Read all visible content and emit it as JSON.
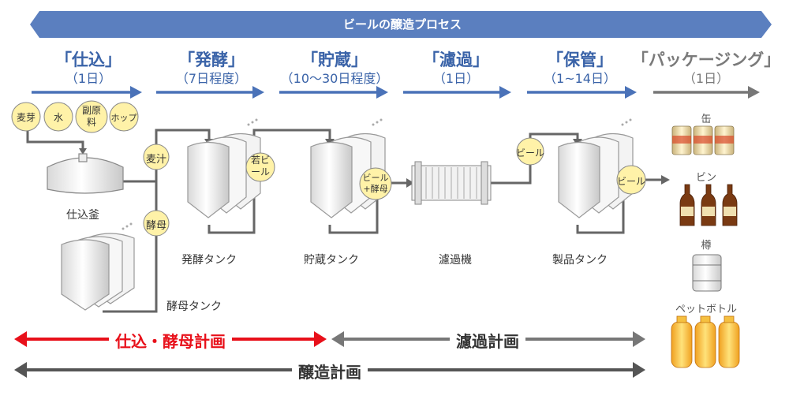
{
  "title": "ビールの醸造プロセス",
  "stages": [
    {
      "name": "「仕込」",
      "duration": "（1日）"
    },
    {
      "name": "「発酵」",
      "duration": "（7日程度）"
    },
    {
      "name": "「貯蔵」",
      "duration": "（10～30日程度）"
    },
    {
      "name": "「濾過」",
      "duration": "（1日）"
    },
    {
      "name": "「保管」",
      "duration": "（1~14日）"
    },
    {
      "name": "「パッケージング」",
      "duration": "（1日）"
    }
  ],
  "ingredients": [
    "麦芽",
    "水",
    "副原料",
    "ホップ"
  ],
  "flow_badges": {
    "wort": "麦汁",
    "yeast": "酵母",
    "young_beer": "若ビール",
    "beer_yeast": "ビール+酵母",
    "beer1": "ビール",
    "beer2": "ビール"
  },
  "equipment": {
    "kettle": "仕込釜",
    "yeast_tank": "酵母タンク",
    "ferment_tank": "発酵タンク",
    "storage_tank": "貯蔵タンク",
    "filter": "濾過機",
    "product_tank": "製品タンク"
  },
  "packages": [
    "缶",
    "ビン",
    "樽",
    "ペットボトル"
  ],
  "plans": {
    "brew_yeast": "仕込・酵母計画",
    "filtration": "濾過計画",
    "brewing": "醸造計画"
  },
  "colors": {
    "banner": "#5b7fbf",
    "stage_arrow": "#4a72b8",
    "badge_fill": "#fff2a8",
    "plan_red": "#e8101a",
    "plan_gray": "#777777",
    "plan_dark": "#555555"
  }
}
